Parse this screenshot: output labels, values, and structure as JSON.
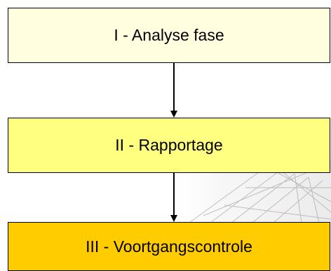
{
  "diagram": {
    "boxes": [
      {
        "label": "I - Analyse fase",
        "fill": "#FFFFE0"
      },
      {
        "label": "II - Rapportage",
        "fill": "#FFFF80"
      },
      {
        "label": "III - Voortgangscontrole",
        "fill": "#FFCC00"
      }
    ],
    "connector_color": "#000000"
  }
}
